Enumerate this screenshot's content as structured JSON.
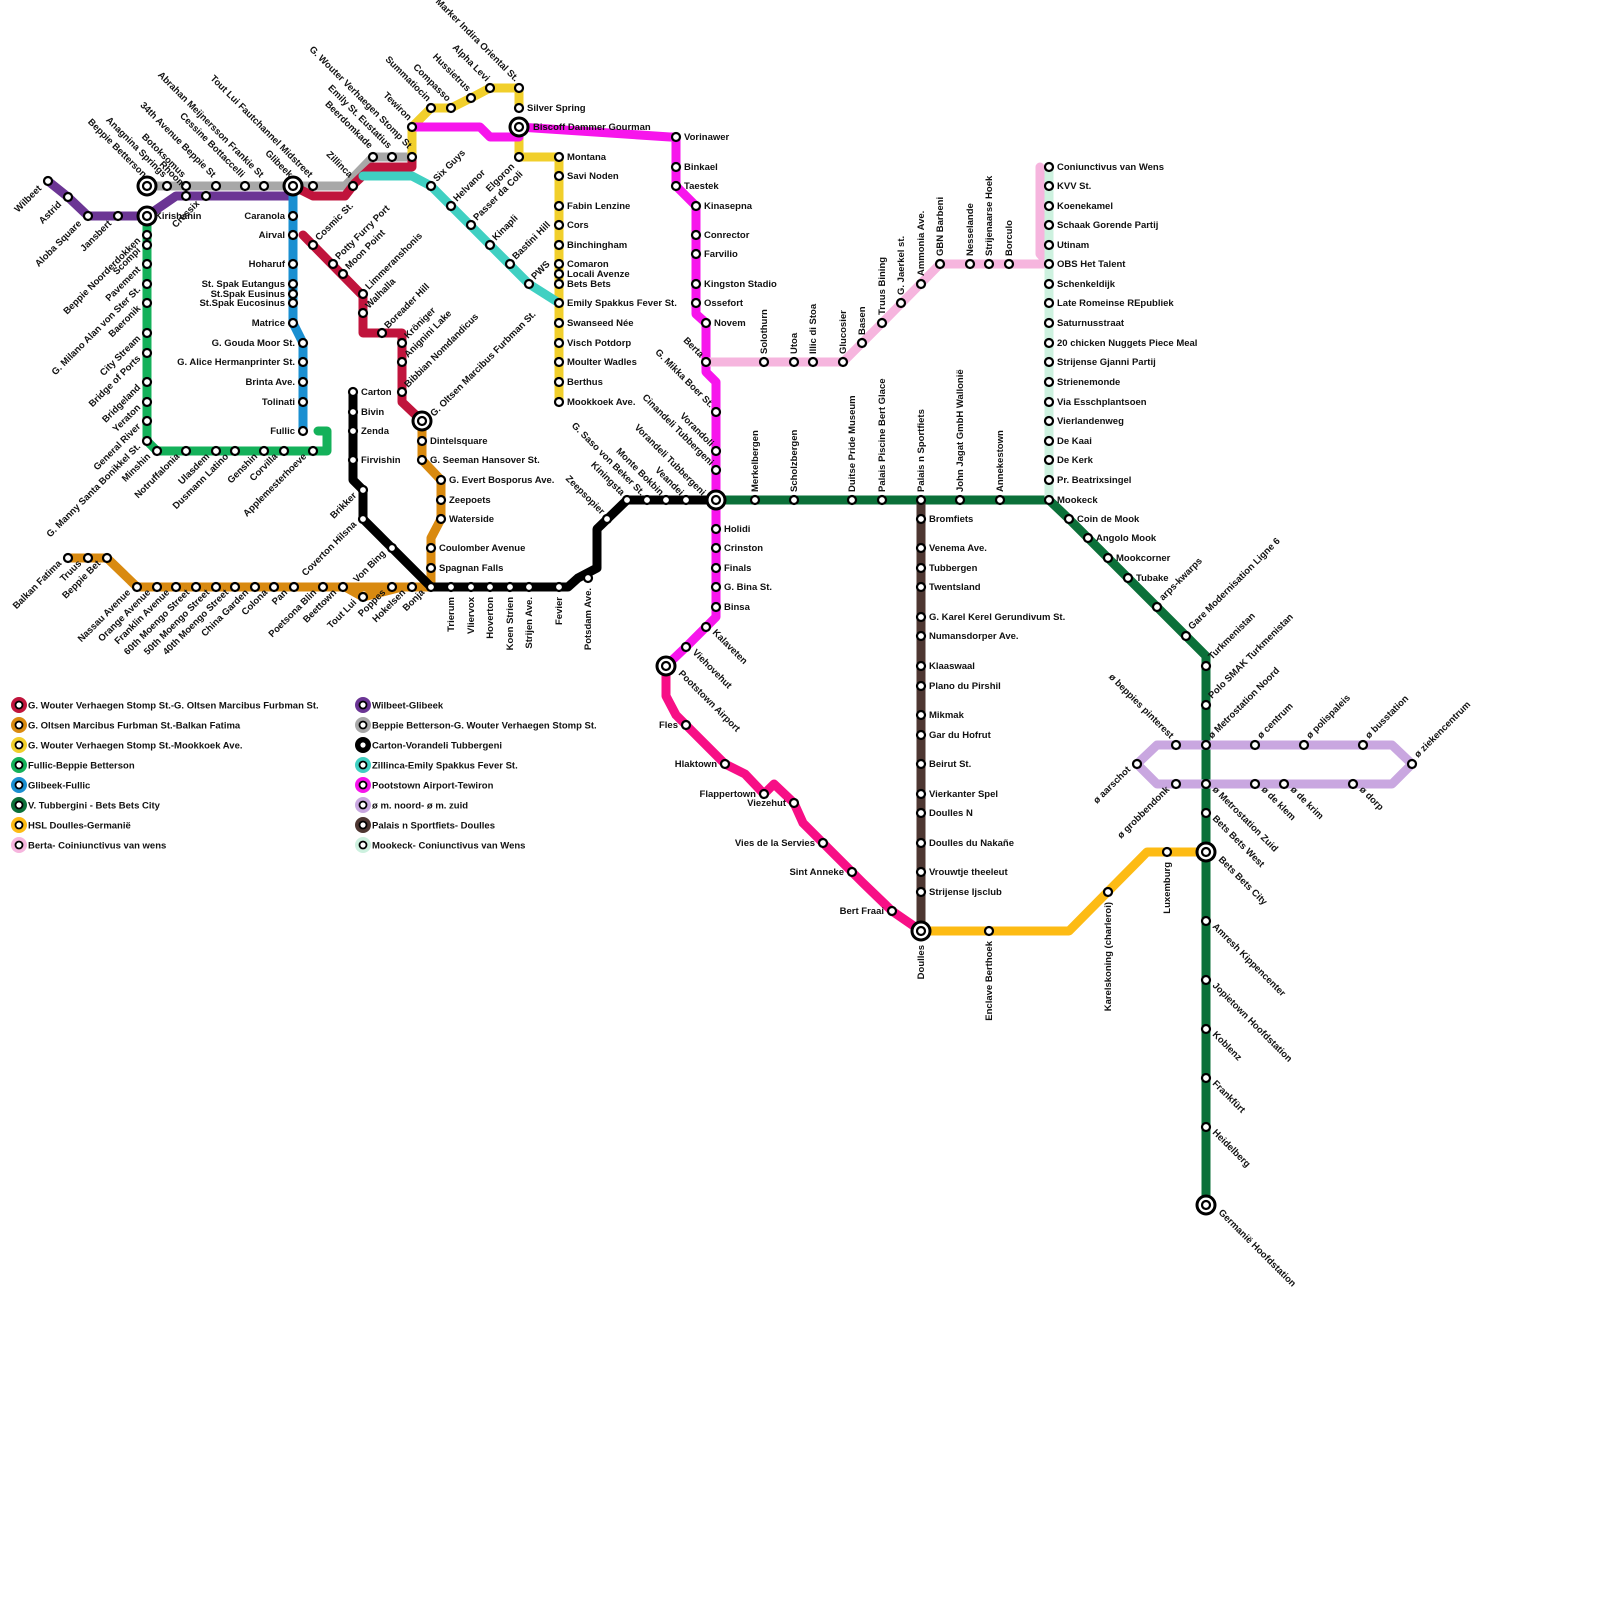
{
  "lines": [
    {
      "id": "red",
      "name": "G. Wouter Verhaegen Stomp St.-G. Oltsen Marcibus Furbman St.",
      "color": "#c0143c"
    },
    {
      "id": "orange",
      "name": "G. Oltsen Marcibus Furbman St.-Balkan Fatima",
      "color": "#d98a10"
    },
    {
      "id": "yellow",
      "name": "G. Wouter Verhaegen Stomp St.-Mookkoek Ave.",
      "color": "#f1cf2b"
    },
    {
      "id": "green",
      "name": "Fullic-Beppie Betterson",
      "color": "#14b15a"
    },
    {
      "id": "blue",
      "name": "Glibeek-Fullic",
      "color": "#1a8fd1"
    },
    {
      "id": "dkgreen",
      "name": "V. Tubbergini - Bets Bets City",
      "color": "#0b7039"
    },
    {
      "id": "amber",
      "name": "HSL Doulles-Germanië",
      "color": "#fdbb14"
    },
    {
      "id": "pink",
      "name": "Berta- Coiniunctivus van wens",
      "color": "#f6b5de"
    },
    {
      "id": "purple",
      "name": "Wilbeet-Glibeek",
      "color": "#6b3594"
    },
    {
      "id": "grey",
      "name": "Beppie Betterson-G. Wouter Verhaegen Stomp St.",
      "color": "#a8a8a8"
    },
    {
      "id": "black",
      "name": "Carton-Vorandeli Tubbergeni",
      "color": "#000000"
    },
    {
      "id": "teal",
      "name": "Zillinca-Emily Spakkus Fever St.",
      "color": "#40d0c2"
    },
    {
      "id": "magenta",
      "name": "Pootstown Airport-Tewiron",
      "color": "#f715ec"
    },
    {
      "id": "lilac",
      "name": "ø m. noord- ø m. zuid",
      "color": "#c9a7e0"
    },
    {
      "id": "brown",
      "name": "Palais n Sportfiets- Doulles",
      "color": "#4e3732"
    },
    {
      "id": "mint",
      "name": "Mookeck- Coniunctivus van Wens",
      "color": "#cdf1df"
    },
    {
      "id": "hotpink",
      "name": "Pootstown Airport-Bert Fraai",
      "color": "#f70f86"
    }
  ],
  "legend_left": [
    "red",
    "orange",
    "yellow",
    "green",
    "blue",
    "dkgreen",
    "amber",
    "pink"
  ],
  "legend_right": [
    "purple",
    "grey",
    "black",
    "teal",
    "magenta",
    "lilac",
    "brown",
    "mint"
  ],
  "stations": {
    "wilbeet": "Wilbeet",
    "astrid": "Astrid",
    "aloba_square": "Aloba Square",
    "jansbert": "Jansbert",
    "beppie_betterson": "Beppie Betterson",
    "anagnina_springs": "Anagnina Springs",
    "botoksomus": "Botoksomus",
    "rhoom": "Rhoom",
    "cressix": "Cressix",
    "34th_avenue": "34th Avenue Beppie St",
    "cessine": "Cessine Bottaccelli",
    "abrahan": "Abrahan Meijnersson Frankie St",
    "tout_lui_midstreet": "Tout Lui Fautchannel Midstreet",
    "glibeek": "Glibeek",
    "zillinca": "Zillinca",
    "g_wouter": "G. Wouter Verhaegen Stomp St",
    "emily_eustatius": "Emily St. Eustatius",
    "beerdomkade": "Beerdomkade",
    "six_guys": "Six Guys",
    "helvanor": "Helvanor",
    "passer_de_coli": "Passer da Coli",
    "kinapli": "Kinapli",
    "elgoron": "Elgoron",
    "bastini_hill": "Bastini Hill",
    "pws": "PWS",
    "tewiron": "Tewiron",
    "summatiocin": "Summatiocin",
    "compasso": "Compasso",
    "hussietrus": "Hussietrus",
    "alpha_levi": "Alpha Levi",
    "marker_indira": "Marker Indira Oriental St.",
    "silver_spring": "Silver Spring",
    "biscoff": "Biscoff Dammer Gourman",
    "montana": "Montana",
    "savi_noden": "Savi Noden",
    "fabin_lenzine": "Fabin Lenzine",
    "cors": "Cors",
    "binchingham": "Binchingham",
    "comaron": "Comaron",
    "locali_avenze": "Locali Avenze",
    "bets_bets": "Bets Bets",
    "emily_spakkus": "Emily Spakkus Fever St.",
    "swanseed_nee": "Swanseed Née",
    "visch_potdorp": "Visch Potdorp",
    "moulter_wadles": "Moulter Wadles",
    "berthus": "Berthus",
    "mookkoek_ave": "Mookkoek Ave.",
    "vorinawer": "Vorinawer",
    "binkael": "Binkael",
    "taestek": "Taestek",
    "kinasepna": "Kinasepna",
    "conrector": "Conrector",
    "farvilio": "Farvilio",
    "kingston_stadio": "Kingston Stadio",
    "ossefort": "Ossefort",
    "novem": "Novem",
    "berta": "Berta",
    "g_mikka_boer": "G. Mikka Boer St.",
    "vorandoli": "Vorandoli",
    "cinandeli": "Cinandeli Tubbergeni",
    "vorandeli_tub": "Vorandeli Tubbergeni",
    "veandei": "Veandei",
    "monte_bokbin": "Monte Bokbin",
    "g_saso": "G. Saso von Beker St.",
    "kiningsta": "Kiningsta",
    "zeepsopier": "Zeepsopier",
    "holidi": "Holidi",
    "crinston": "Crinston",
    "finals": "Finals",
    "g_bina": "G. Bina St.",
    "binsa": "Binsa",
    "kalaveten": "Kalaveten",
    "viehovehut": "Viehovehut",
    "pootstown_airport": "Pootstown Airport",
    "fles": "Fles",
    "hlaktown": "Hlaktown",
    "flappertown": "Flappertown",
    "viezehut": "Viezehut",
    "vies_de_la_servies": "Vies de la Servies",
    "sint_anneke": "Sint Anneke",
    "bert_fraai": "Bert Fraai",
    "merkelbergen": "Merkelbergen",
    "scholzbergen": "Scholzbergen",
    "duitse_pride": "Duitse Pride Museum",
    "palais_piscine": "Palais Piscine Bert Glace",
    "palais_sportfiets": "Palais n Sportfiets",
    "john_jagat": "John Jagat GmbH Wallonië",
    "annekestown": "Annekestown",
    "mookeck": "Mookeck",
    "solothurn": "Solothurn",
    "utoa": "Utoa",
    "illic_di_stoa": "Illic di Stoa",
    "glucosier": "Glucosier",
    "basen": "Basen",
    "truus_bining": "Truus Bining",
    "g_jaerkel": "G. Jaerkel st.",
    "ammonia_ave": "Ammonia Ave.",
    "gbn_barbeni": "GBN Barbeni",
    "nesselande": "Nesselande",
    "strijenaarse_hoek": "Strijenaarse Hoek",
    "borculo": "Borculo",
    "coniunctivus": "Coniunctivus van Wens",
    "kvv": "KVV St.",
    "koenekamel": "Koenekamel",
    "schaak": "Schaak Gorende Partij",
    "utinam": "Utinam",
    "obs": "OBS  Het Talent",
    "schenkeldijk": "Schenkeldijk",
    "late_romeinse": "Late Romeinse REpubliek",
    "saturnusstraat": "Saturnusstraat",
    "chicken": "20 chicken Nuggets Piece Meal",
    "strijense_gjanni": "Strijense Gjanni Partij",
    "strienemonde": "Strienemonde",
    "via_esschplantsoen": "Via Esschplantsoen",
    "vierlandenweg": "Vierlandenweg",
    "de_kaai": "De Kaai",
    "de_kerk": "De Kerk",
    "pr_beatrix": "Pr. Beatrixsingel",
    "coin_de_mook": "Coin de Mook",
    "angolo_mook": "Angolo Mook",
    "mookcorner": "Mookcorner",
    "tubake": "Tubake",
    "arps_kwarps": "arps-kwarps",
    "gare_modernisation": "Gare Modernisation Ligne 6",
    "turkmenistan": "Turkmenistan",
    "polo_smak": "Polo SMAK Turkmenistan",
    "o_metro_noord": "ø Metrostation Noord",
    "o_metro_zuid": "ø Metrostation Zuid",
    "bets_bets_west": "Bets Bets West",
    "bets_bets_city": "Bets Bets City",
    "o_beppies_pinterest": "ø beppies pinterest",
    "o_centrum": "ø centrum",
    "o_polispaleis": "ø polispaleis",
    "o_busstation": "ø busstation",
    "o_ziekencentrum": "ø ziekencentrum",
    "o_aarschot": "ø aarschot",
    "o_grobbendonk": "ø grobbendonk",
    "o_de_klem": "ø de klem",
    "o_de_krim": "ø de krim",
    "o_dorp": "ø dorp",
    "bromfiets": "Bromfiets",
    "venema_ave": "Venema Ave.",
    "tubbergen": "Tubbergen",
    "twentsland": "Twentsland",
    "g_karel": "G. Karel Kerel Gerundivum St.",
    "numansdorper": "Numansdorper Ave.",
    "klaaswaal": "Klaaswaal",
    "plano": "Plano du Pirshil",
    "mikmak": "Mikmak",
    "gar_du_hofrut": "Gar du Hofrut",
    "beirut": "Beirut St.",
    "vierkanter_spel": "Vierkanter Spel",
    "doulles_n": "Doulles N",
    "doulles_du_nakane": "Doulles du Nakañe",
    "vrouwtje": "Vrouwtje theeleut",
    "strijense_ijsclub": "Strijense Ijsclub",
    "doulles": "Doulles",
    "enclave_berthoek": "Enclave Berthoek",
    "karelskoning": "Karelskoning (charleroi)",
    "luxemburg": "Luxemburg",
    "amresh": "Amresh Kippencenter",
    "jopietown": "Jopietown Hoofdstation",
    "koblenz": "Koblenz",
    "frankfurt": "Frankfürt",
    "heidelberg": "Heidelberg",
    "germanie": "Germanië Hoofdstation",
    "kirishanin": "Kirishanin",
    "beppie_noord": "Beppie Noorderdokken",
    "scompi": "Scompi",
    "pavement": "Pavement",
    "g_milano": "G. Milano Alan von Ster St.",
    "baeronik": "Baeronik",
    "city_stream": "City Stream",
    "bridge_of_ports": "Bridge of Ports",
    "bridgeland": "Bridgeland",
    "yeraton": "Yeraton",
    "general_river": "General River",
    "g_manny": "G. Manny Santa Bonikkel St.",
    "minshin": "Minshin",
    "notruffalonia": "Notruffalonia",
    "ulasdem": "Ulasdem",
    "dusmann_latino": "Dusmann Latino",
    "genshin": "Genshin",
    "corvilla": "Corvilla",
    "applemesterhoeve": "Applemesterhoeve",
    "fullic": "Fullic",
    "caranola": "Caranola",
    "airval": "Airval",
    "hoharuf": "Hoharuf",
    "st_spak_eutangus": "St. Spak Eutangus",
    "st_spak_eusinus": "St.Spak Eusinus",
    "st_spak_eucosinus": "St.Spak Eucosinus",
    "matrice": "Matrice",
    "g_gouda": "G. Gouda Moor St.",
    "g_alice": "G. Alice Hermanprinter St.",
    "brinta_ave": "Brinta Ave.",
    "tolinati": "Tolinati",
    "cosmic_st": "Cosmic St.",
    "potty_furry": "Potty Furry Port",
    "moon_point": "Moon Point",
    "limmeranshonis": "Limmeranshonis",
    "walhalla": "Walhalla",
    "boreader_hill": "Boreader Hill",
    "kroniger": "Kröniger",
    "anignini_lake": "Anignini Lake",
    "bibbian": "Bibbian Nomdandicus",
    "g_oltsen": "G. Oltsen Marcibus Furbman St.",
    "dintelsquare": "Dintelsquare",
    "g_seeman": "G. Seeman Hansover St.",
    "g_evert": "G. Evert Bosporus Ave.",
    "zeepoets": "Zeepoets",
    "waterside": "Waterside",
    "coulomber": "Coulomber Avenue",
    "spagnan_falls": "Spagnan Falls",
    "carton": "Carton",
    "bivin": "Bivin",
    "zenda": "Zenda",
    "firvishin": "Firvishin",
    "brikker": "Brikker",
    "coverton_hilsna": "Coverton Hilsna",
    "von_bing": "Von Bing",
    "bonja": "Bonja",
    "balkan_fatima": "Balkan Fatima",
    "truus": "Truus",
    "beppie_bet": "Beppie Bet",
    "nassau_avenue": "Nassau Avenue",
    "orange_avenue": "Orange Avenue",
    "franklin_avenue": "Franklin Avenue",
    "60th_moengo": "60th Moengo Street",
    "50th_moengo": "50th Moengo Street",
    "40th_moengo": "40th Moengo Street",
    "china_garden": "China Garden",
    "colona": "Colona",
    "pan": "Pan",
    "poetsona_blin": "Poetsona Blin",
    "beettown": "Beettown",
    "tout_lui": "Tout Lui",
    "poppes": "Poppes",
    "hokelsen": "Hokelsen",
    "trierum": "Trierum",
    "vliervox": "Vliervox",
    "hoverton": "Hoverton",
    "koen_strien": "Koen Strien",
    "strijen_ave": "Strijen Ave.",
    "fevier": "Fevier",
    "potsdam_ave": "Potsdam Ave."
  }
}
